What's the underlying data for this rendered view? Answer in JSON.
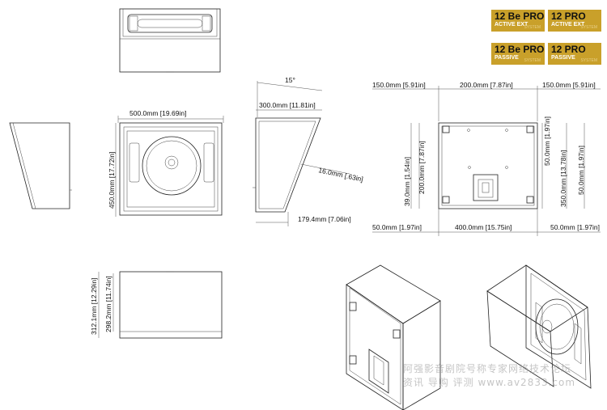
{
  "badges": [
    {
      "line1": "12 Be PRO",
      "line2": "ACTIVE EXT",
      "line3": "SYSTEM"
    },
    {
      "line1": "12 PRO",
      "line2": "ACTIVE EXT",
      "line3": "SYSTEM"
    },
    {
      "line1": "12 Be PRO",
      "line2": "PASSIVE",
      "line3": "SYSTEM"
    },
    {
      "line1": "12 PRO",
      "line2": "PASSIVE",
      "line3": "SYSTEM"
    }
  ],
  "front": {
    "width": "500.0mm [19.69in]",
    "height": "450.0mm [17.72in]"
  },
  "side": {
    "angle": "15°",
    "top_depth": "300.0mm [11.81in]",
    "wall": "16.0mm [.63in]",
    "bottom_depth": "179.4mm [7.06in]"
  },
  "rear": {
    "top_left": "150.0mm [5.91in]",
    "top_mid": "200.0mm [7.87in]",
    "top_right": "150.0mm [5.91in]",
    "left_a": "200.0mm [7.87in]",
    "left_b": "39.0mm [1.54in]",
    "right_a": "50.0mm [1.97in]",
    "right_b": "350.0mm [13.78in]",
    "right_c": "50.0mm [1.97in]",
    "bottom_left": "50.0mm [1.97in]",
    "bottom_mid": "400.0mm [15.75in]",
    "bottom_right": "50.0mm [1.97in]"
  },
  "bottom_view": {
    "outer": "312.1mm [12.29in]",
    "inner": "298.2mm [11.74in]"
  },
  "watermark": {
    "line1": "阿强影音剧院号称专家网络技术论坛",
    "line2": "资讯 导购 评测     www.av2833.com"
  }
}
